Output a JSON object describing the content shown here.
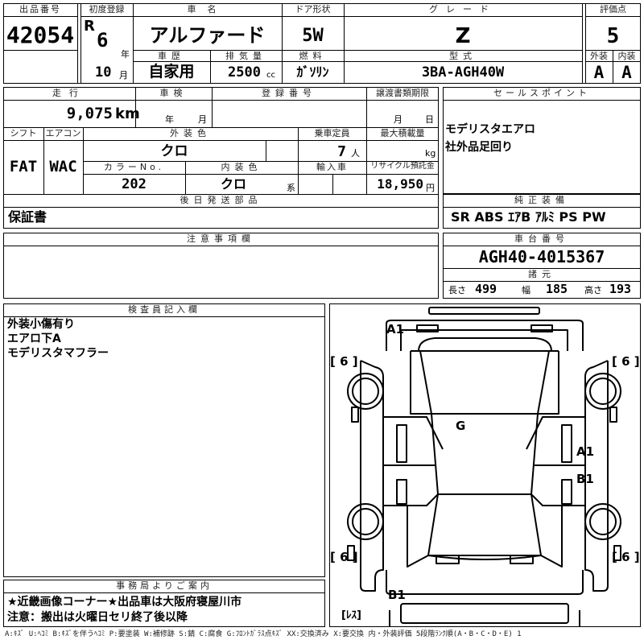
{
  "header": {
    "lot_label": "出品番号",
    "lot_number": "42054",
    "first_reg_label": "初度登録",
    "era": "R",
    "year": "6",
    "year_unit": "年",
    "month": "10",
    "month_unit": "月",
    "car_name_label": "車名",
    "car_name": "アルファード",
    "door_label": "ドア形状",
    "door": "5W",
    "grade_label": "グレード",
    "grade": "Z",
    "score_label": "評価点",
    "score": "5",
    "history_label": "車歴",
    "history": "自家用",
    "displacement_label": "排気量",
    "displacement": "2500",
    "displacement_unit": "cc",
    "fuel_label": "燃料",
    "fuel": "ｶﾞｿﾘﾝ",
    "model_label": "型式",
    "model": "3BA-AGH40W",
    "exterior_label": "外装",
    "exterior_grade": "A",
    "interior_label": "内装",
    "interior_grade": "A"
  },
  "row2": {
    "mileage_label": "走行",
    "mileage": "9,075",
    "mileage_unit": "km",
    "inspection_label": "車検",
    "inspection_year_unit": "年",
    "inspection_month_unit": "月",
    "registration_label": "登録番号",
    "transfer_label": "譲渡書類期限",
    "transfer_month_unit": "月",
    "transfer_day_unit": "日",
    "shift_label": "シフト",
    "shift": "FAT",
    "aircon_label": "エアコン",
    "aircon": "WAC",
    "color_label": "外装色",
    "color": "クロ",
    "capacity_label": "乗車定員",
    "capacity": "7",
    "capacity_unit": "人",
    "max_load_label": "最大積載量",
    "max_load_unit": "kg",
    "color_no_label": "カラーNo.",
    "color_no": "202",
    "interior_color_label": "内装色",
    "interior_color": "クロ",
    "interior_color_unit": "系",
    "import_label": "輸入車",
    "recycle_label": "リサイクル預託金",
    "recycle": "18,950",
    "recycle_unit": "円",
    "later_parts_label": "後日発送部品",
    "later_parts": "保証書"
  },
  "sales": {
    "label": "セールスポイント",
    "lines": [
      "モデリスタエアロ",
      "社外品足回り"
    ]
  },
  "equipment": {
    "label": "純正装備",
    "items": "SR ABS ｴｱB ｱﾙﾐ PS PW"
  },
  "notes": {
    "label": "注意事項欄"
  },
  "chassis": {
    "label": "車台番号",
    "number": "AGH40-4015367",
    "spec_label": "諸元",
    "length_label": "長さ",
    "length": "499",
    "width_label": "幅",
    "width": "185",
    "height_label": "高さ",
    "height": "193"
  },
  "inspector": {
    "label": "検査員記入欄",
    "lines": [
      "外装小傷有り",
      "エアロ下A",
      "モデリスタマフラー"
    ]
  },
  "office": {
    "label": "事務局よりご案内",
    "line1": "★近畿画像コーナー★出品車は大阪府寝屋川市",
    "line2": "注意：搬出は火曜日セリ終了後以降"
  },
  "diagram": {
    "front_mark": "A1",
    "right_mark_1": "A1",
    "right_mark_2": "B1",
    "center_mark": "G",
    "rear_mark": "B1",
    "tire_fl": "[ 6 ]",
    "tire_fr": "[ 6 ]",
    "tire_rl": "[ 6 ]",
    "tire_rr": "[ 6 ]",
    "spare": "[ﾚｽ]"
  },
  "legend": "A:ｷｽﾞ U:ﾍｺﾐ B:ｷｽﾞを伴うﾍｺﾐ P:要塗装 W:補修跡 S:錆 C:腐食 G:ﾌﾛﾝﾄｶﾞﾗｽ点ｷｽﾞ XX:交換済み X:要交換 内・外装評価 5段階ﾗﾝｸ順(A・B・C・D・E) 1"
}
